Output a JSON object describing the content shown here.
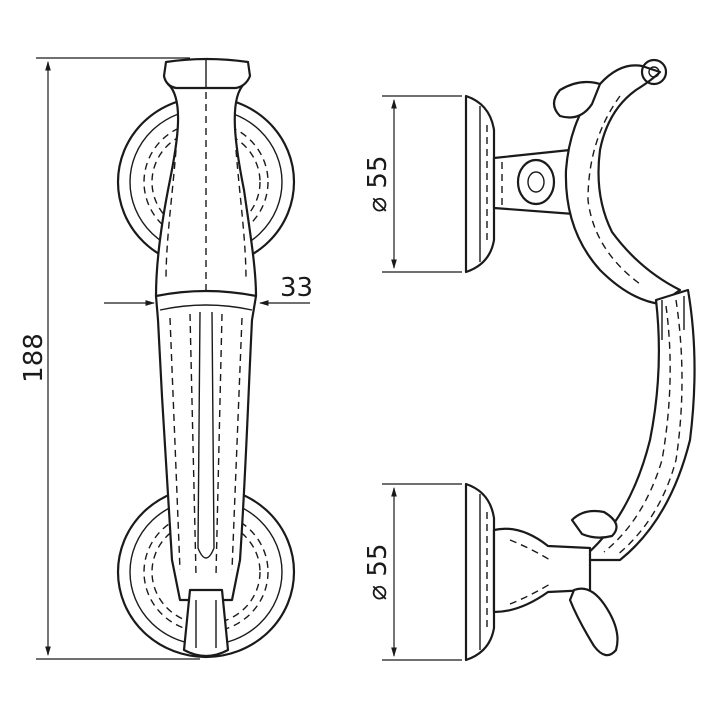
{
  "dimensions": {
    "height_label": "188",
    "width_label": "33",
    "top_rose_diameter_label": "⌀ 55",
    "bottom_rose_diameter_label": "⌀ 55"
  }
}
